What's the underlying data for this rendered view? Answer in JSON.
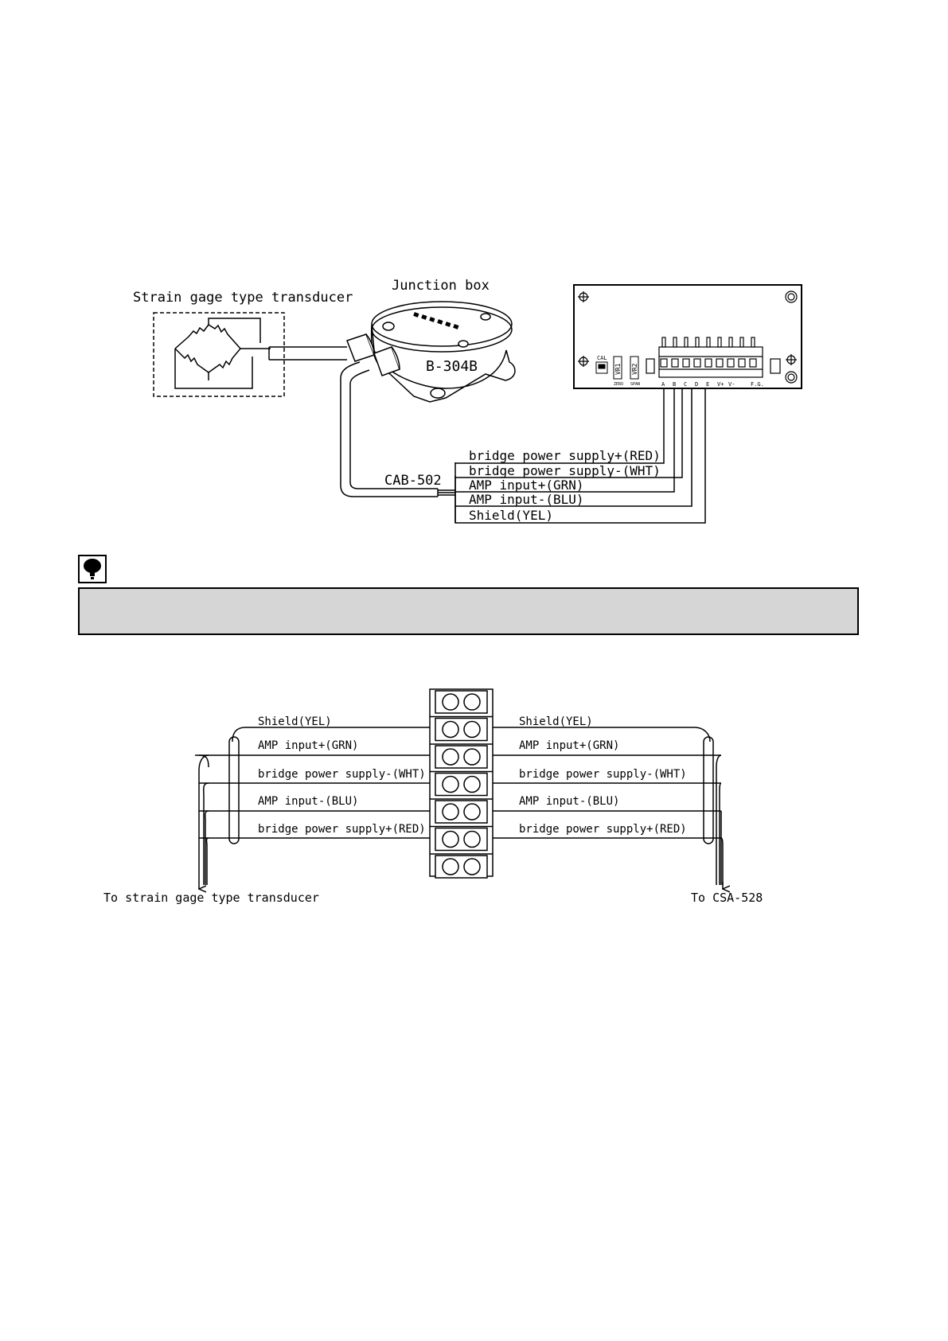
{
  "top_diagram": {
    "transducer_label": "Strain gage type transducer",
    "junction_box_label": "Junction box",
    "junction_box_model": "B-304B",
    "cable_label": "CAB-502",
    "wires": [
      "bridge power supply+(RED)",
      "bridge power supply-(WHT)",
      "AMP input+(GRN)",
      "AMP input-(BLU)",
      "Shield(YEL)"
    ],
    "board": {
      "cal_label": "CAL",
      "vr1_label": "VR1",
      "vr2_label": "VR2",
      "zero_label": "ZERO",
      "span_label": "SPAN",
      "terminal_labels": [
        "A",
        "B",
        "C",
        "D",
        "E",
        "V+",
        "V-",
        "",
        "F.G."
      ]
    }
  },
  "note": {
    "icon": "warning-balloon-icon",
    "text": ""
  },
  "terminal_diagram": {
    "left_labels": [
      "Shield(YEL)",
      "AMP input+(GRN)",
      "bridge power supply-(WHT)",
      "AMP input-(BLU)",
      "bridge power supply+(RED)"
    ],
    "right_labels": [
      "Shield(YEL)",
      "AMP input+(GRN)",
      "bridge power supply-(WHT)",
      "AMP input-(BLU)",
      "bridge power supply+(RED)"
    ],
    "left_destination": "To strain gage type transducer",
    "right_destination": "To CSA-528"
  }
}
